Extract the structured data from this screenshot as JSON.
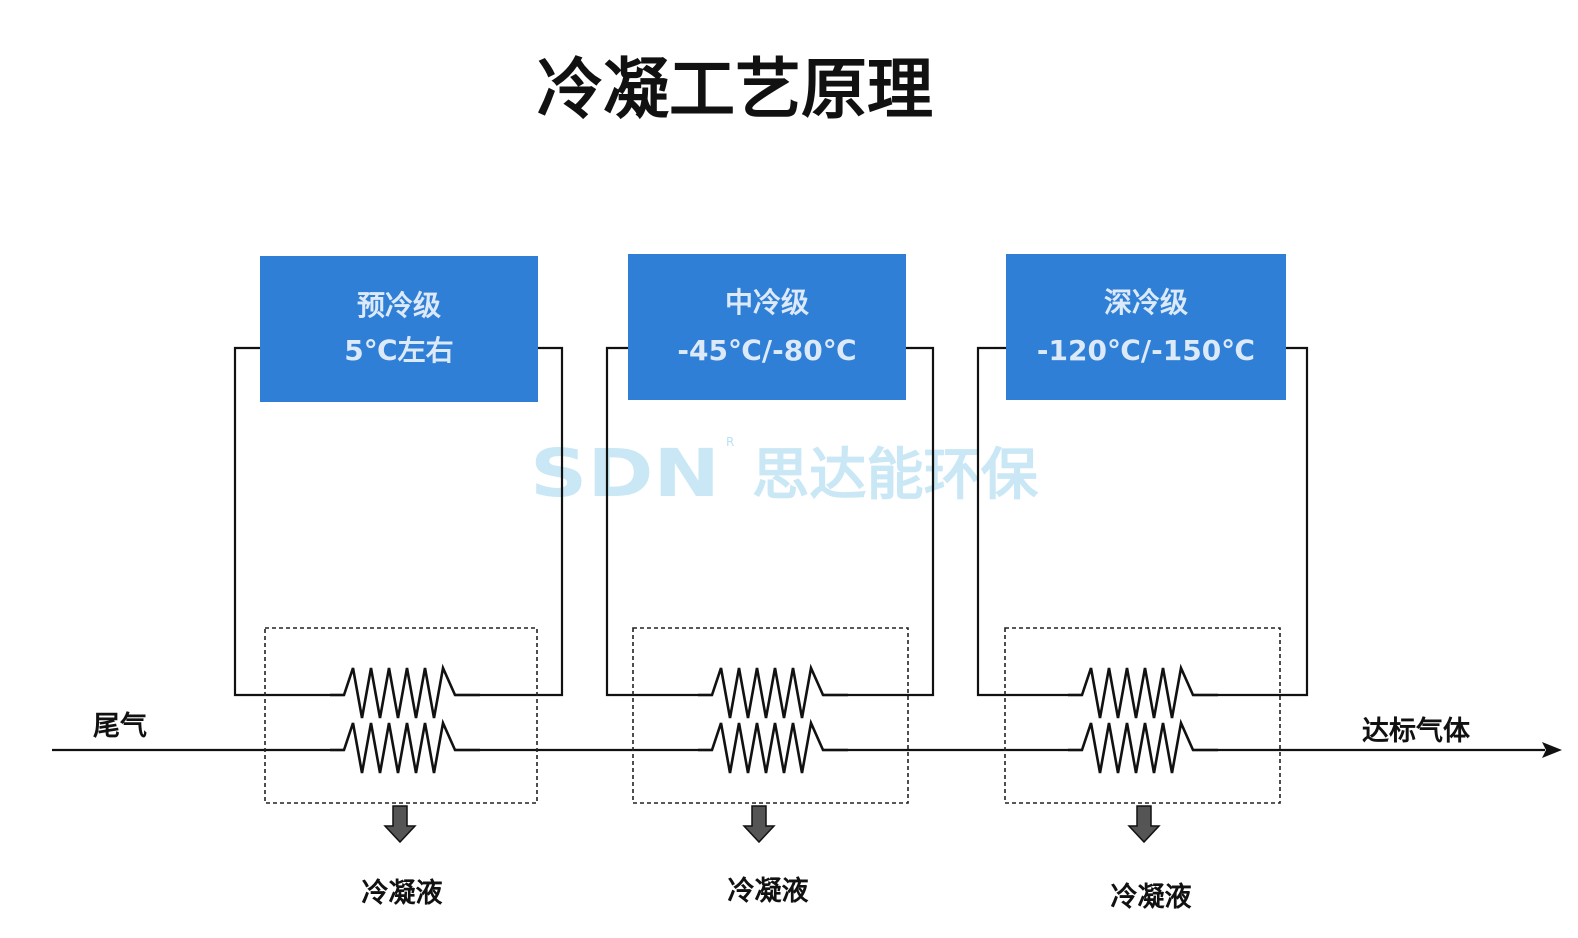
{
  "title": "冷凝工艺原理",
  "colors": {
    "stage_box": "#2f7fd6",
    "stage_text": "#dbe9f8",
    "line": "#111111",
    "watermark": "#9ed5ee"
  },
  "stages": [
    {
      "name": "预冷级",
      "temperature": "5℃左右",
      "condensate_label": "冷凝液"
    },
    {
      "name": "中冷级",
      "temperature": "-45℃/-80℃",
      "condensate_label": "冷凝液"
    },
    {
      "name": "深冷级",
      "temperature": "-120℃/-150℃",
      "condensate_label": "冷凝液"
    }
  ],
  "inlet_label": "尾气",
  "outlet_label": "达标气体",
  "watermark": {
    "latin": "SDN",
    "registered": "R",
    "chinese": "思达能环保"
  }
}
